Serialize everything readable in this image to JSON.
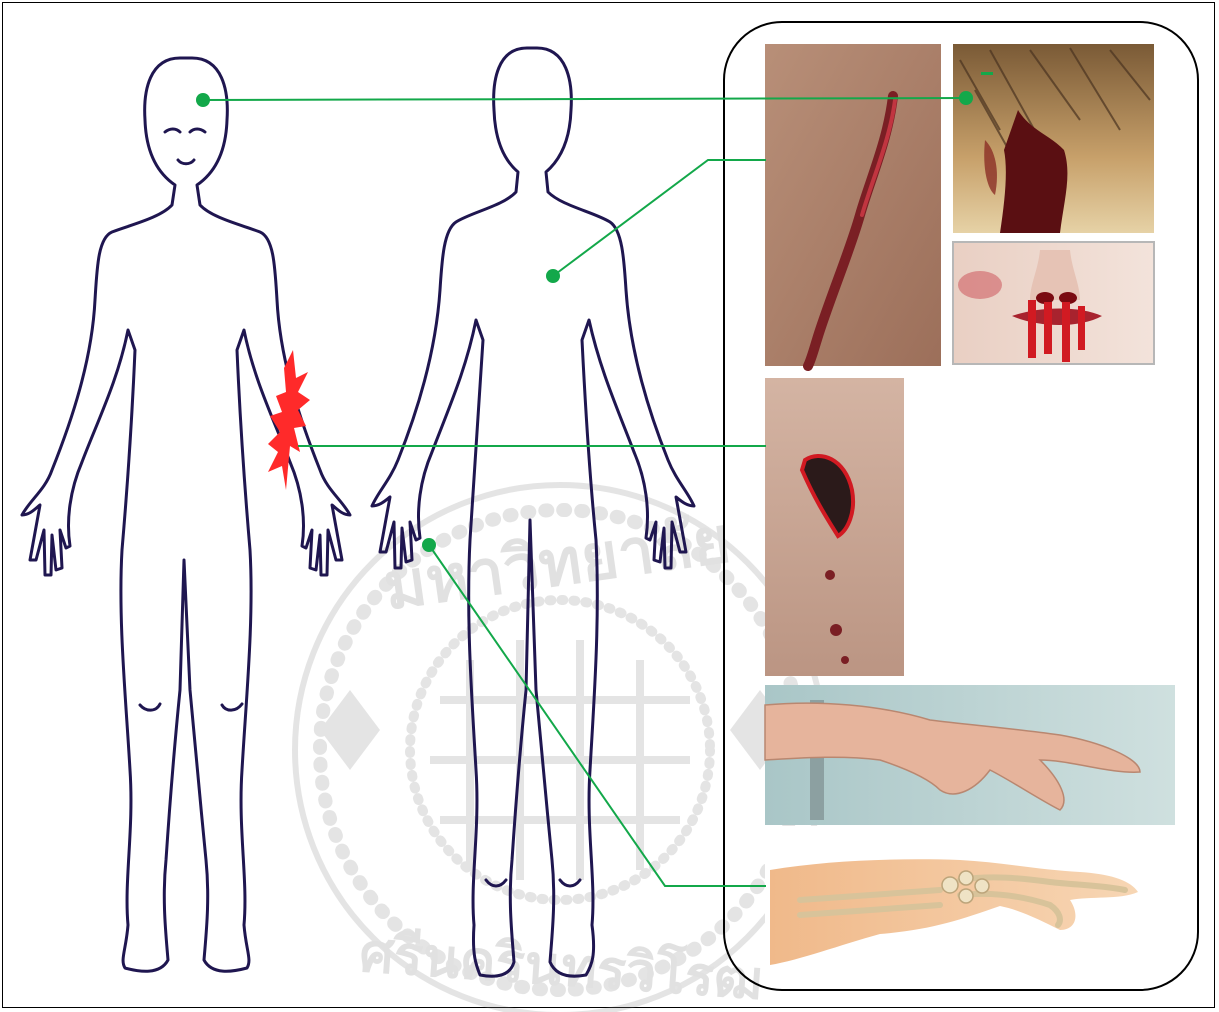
{
  "figure": {
    "watermark_seal": {
      "description_icon": "university-seal-watermark",
      "seal_text_top": "มหาวิทยาลัย",
      "seal_text_bottom": "ศรีนครินทรวิโรฒ"
    },
    "left_body": {
      "view": "front",
      "icon": "human-body-outline"
    },
    "right_body": {
      "view": "back",
      "icon": "human-body-outline"
    },
    "injury_marker_color": "#ff2a2a",
    "connector_color": "#13a84a",
    "photos_panel": {
      "photos": [
        {
          "icon": "abrasion-scratch-photo"
        },
        {
          "icon": "scalp-bleeding-photo"
        },
        {
          "icon": "nosebleed-photo"
        },
        {
          "icon": "laceration-wound-photo"
        },
        {
          "icon": "wrist-drop-hand-photo"
        },
        {
          "icon": "hand-skeleton-anatomy-illustration"
        }
      ]
    }
  }
}
